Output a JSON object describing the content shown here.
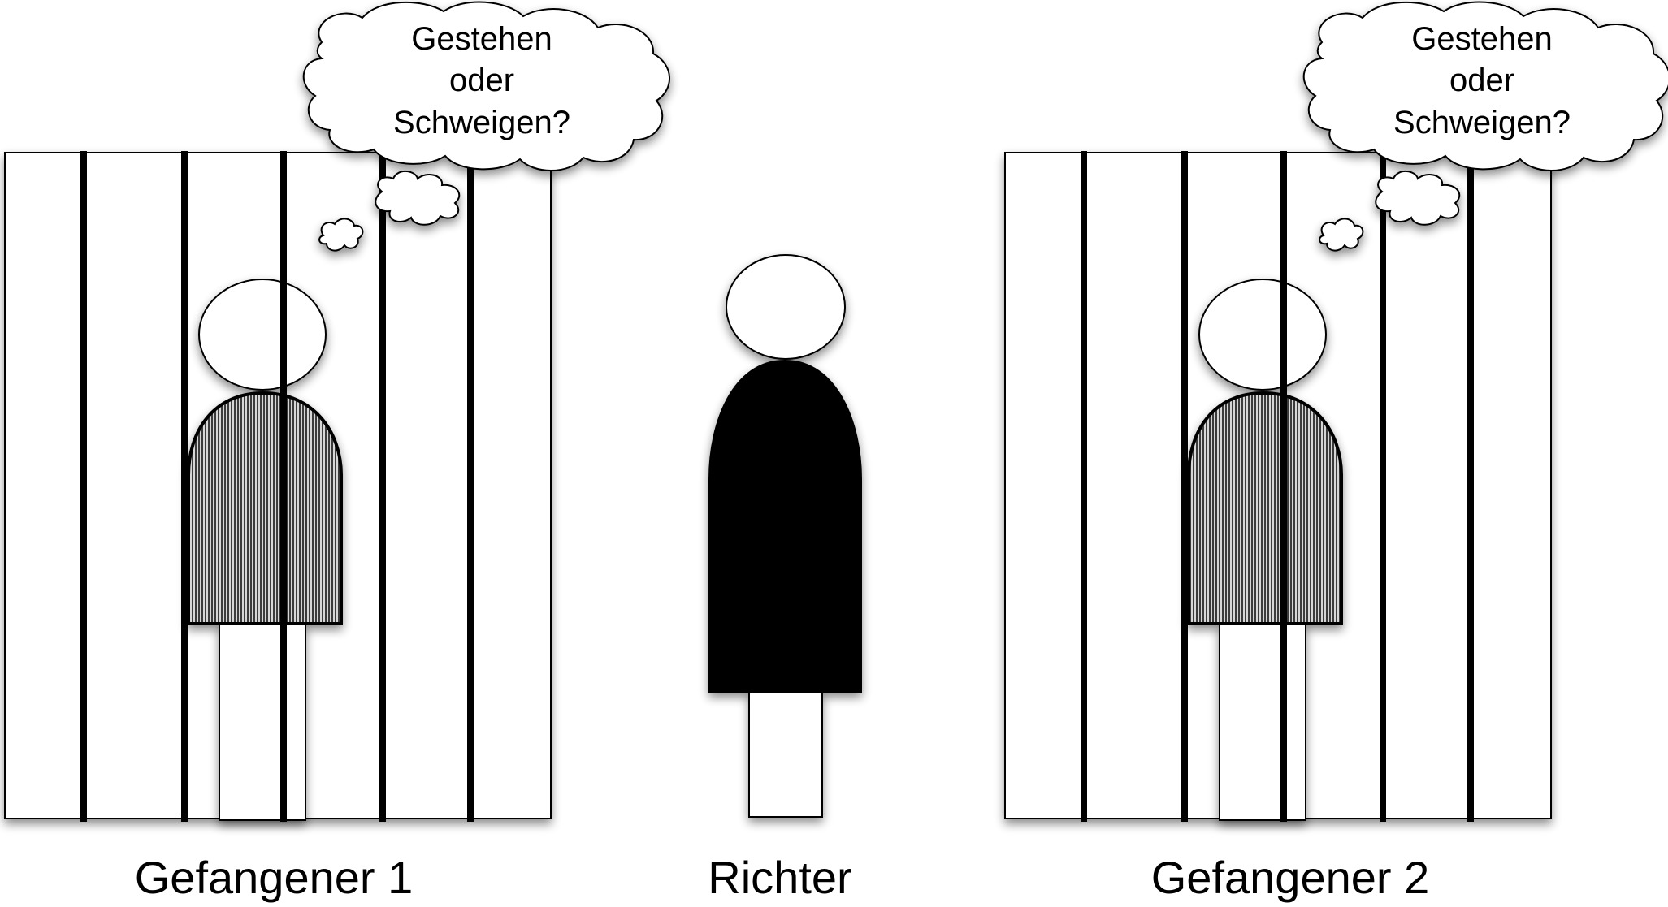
{
  "thought_bubble_prisoner_1": {
    "lines": [
      "Gestehen",
      "oder",
      "Schweigen?"
    ]
  },
  "thought_bubble_prisoner_2": {
    "lines": [
      "Gestehen",
      "oder",
      "Schweigen?"
    ]
  },
  "captions": {
    "prisoner_1": "Gefangener 1",
    "judge": "Richter",
    "prisoner_2": "Gefangener 2"
  },
  "colors": {
    "background": "#ffffff",
    "outline": "#000000",
    "prisoner_shirt_fill": "#8a8a8a",
    "judge_robe": "#000000"
  }
}
